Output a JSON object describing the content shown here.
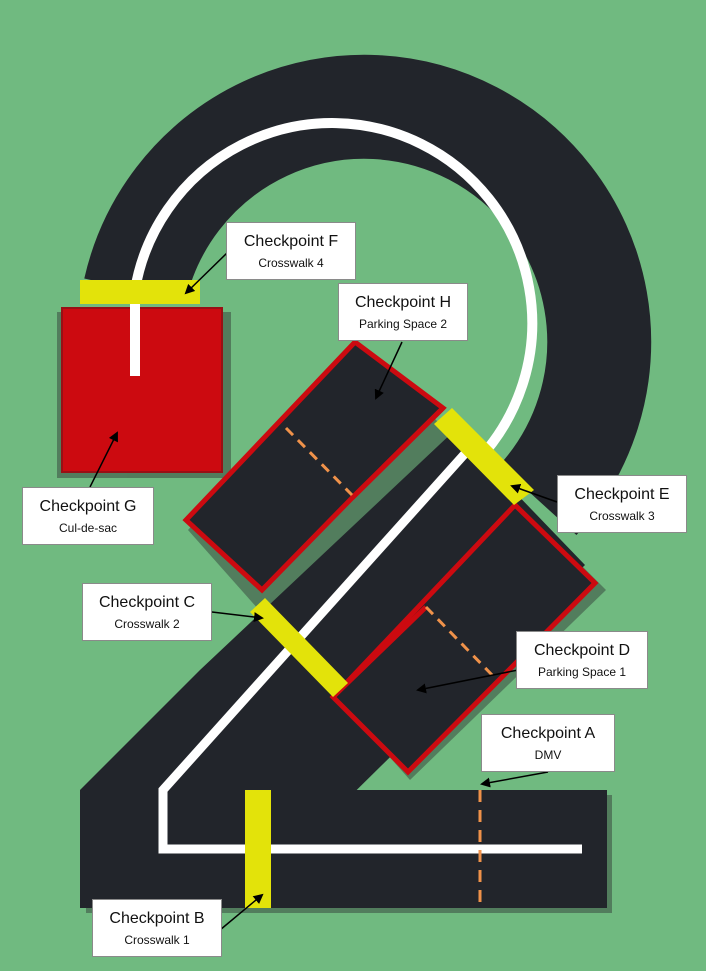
{
  "colors": {
    "background": "#70ba80",
    "road": "#22252b",
    "centerline": "#ffffff",
    "crosswalk": "#e3e30a",
    "curb": "#cc0a10",
    "dmv_line": "#f0924a"
  },
  "checkpoints": [
    {
      "id": "A",
      "title": "Checkpoint A",
      "subtitle": "DMV"
    },
    {
      "id": "B",
      "title": "Checkpoint B",
      "subtitle": "Crosswalk 1"
    },
    {
      "id": "C",
      "title": "Checkpoint C",
      "subtitle": "Crosswalk 2"
    },
    {
      "id": "D",
      "title": "Checkpoint D",
      "subtitle": "Parking Space 1"
    },
    {
      "id": "E",
      "title": "Checkpoint E",
      "subtitle": "Crosswalk 3"
    },
    {
      "id": "F",
      "title": "Checkpoint F",
      "subtitle": "Crosswalk 4"
    },
    {
      "id": "G",
      "title": "Checkpoint G",
      "subtitle": "Cul-de-sac"
    },
    {
      "id": "H",
      "title": "Checkpoint H",
      "subtitle": "Parking Space 2"
    }
  ]
}
